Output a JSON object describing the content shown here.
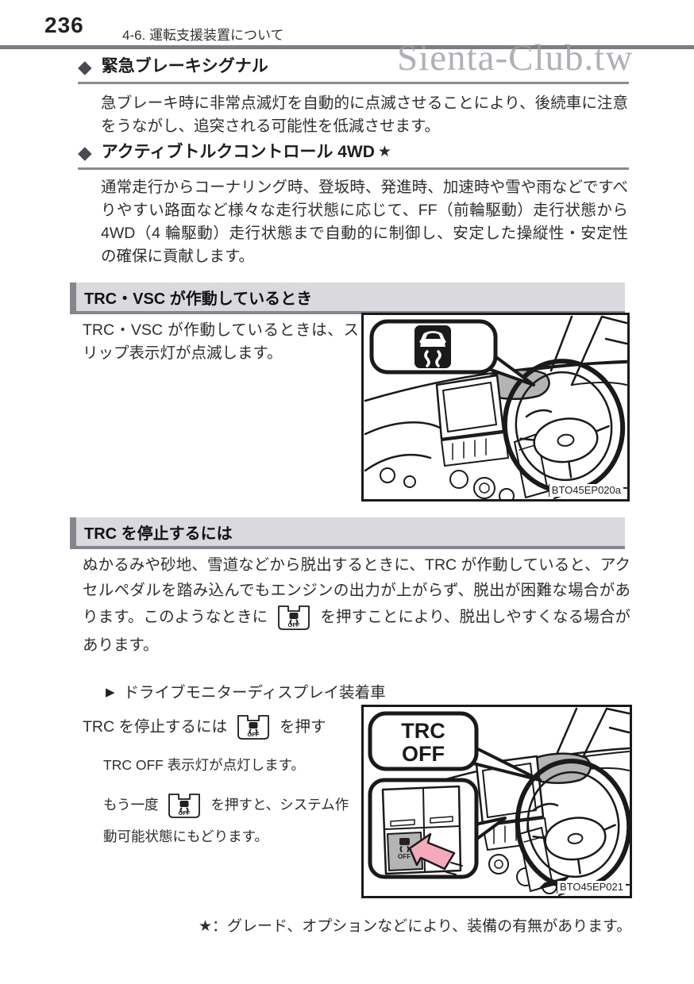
{
  "page": {
    "number": "236",
    "chapter": "4-6. 運転支援装置について",
    "watermark": "Sienta-Club.tw",
    "footnote": "★：グレード、オプションなどにより、装備の有無があります。"
  },
  "sections": {
    "emergency_brake": {
      "title": "緊急ブレーキシグナル",
      "body": "急ブレーキ時に非常点滅灯を自動的に点滅させることにより、後続車に注意をうながし、追突される可能性を低減させます。"
    },
    "active_torque": {
      "title": "アクティブトルクコントロール 4WD",
      "star": "★",
      "body": "通常走行からコーナリング時、登坂時、発進時、加速時や雪や雨などですべりやすい路面など様々な走行状態に応じて、FF（前輪駆動）走行状態から 4WD（4 輪駆動）走行状態まで自動的に制御し、安定した操縦性・安定性の確保に貢献します。"
    },
    "trc_vsc_active": {
      "title": "TRC・VSC が作動しているとき",
      "body": "TRC・VSC が作動しているときは、スリップ表示灯が点滅します。",
      "figure_caption": "BTO45EP020a"
    },
    "trc_stop": {
      "title": "TRC を停止するには",
      "body_before_button": "ぬかるみや砂地、雪道などから脱出するときに、TRC が作動していると、アクセルペダルを踏み込んでもエンジンの出力が上がらず、脱出が困難な場合があります。このようなときに",
      "body_after_button": "を押すことにより、脱出しやすくなる場合があります。",
      "drive_monitor_heading": "ドライブモニターディスプレイ装着車",
      "step_before_button": "TRC を停止するには",
      "step_after_button": "を押す",
      "sub_note1": "TRC OFF 表示灯が点灯します。",
      "sub_note2_before": "もう一度",
      "sub_note2_after": "を押すと、システム作動可能状態にもどります。",
      "bubble_line1": "TRC",
      "bubble_line2": "OFF",
      "figure_caption": "BTO45EP021"
    }
  },
  "icons": {
    "switch_off_label": "OFF"
  },
  "colors": {
    "rule_gray": "#7d7d85",
    "bar_background": "#dadade",
    "bar_accent": "#85858d",
    "cluster_shade": "#b4b4b4",
    "arrow_pink": "#f4a9bd",
    "line_black": "#1a1a1a"
  }
}
